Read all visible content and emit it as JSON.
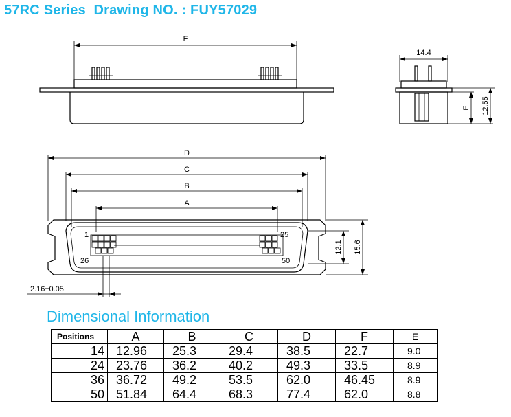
{
  "title": "57RC Series  Drawing NO. : FUY57029",
  "labels": {
    "top_F": "F",
    "side_width": "14.4",
    "side_E": "E",
    "side_height": "12.55",
    "D": "D",
    "C": "C",
    "B": "B",
    "A": "A",
    "pin1": "1",
    "pin25": "25",
    "pin26": "26",
    "pin50": "50",
    "height_inner": "12.1",
    "height_outer": "15.6",
    "pitch": "2.16±0.05"
  },
  "dim_heading": "Dimensional Information",
  "table": {
    "headers": [
      "Positions",
      "A",
      "B",
      "C",
      "D",
      "F",
      "E"
    ],
    "rows": [
      [
        "14",
        "12.96",
        "25.3",
        "29.4",
        "38.5",
        "22.7",
        "9.0"
      ],
      [
        "24",
        "23.76",
        "36.2",
        "40.2",
        "49.3",
        "33.5",
        "8.9"
      ],
      [
        "36",
        "36.72",
        "49.2",
        "53.5",
        "62.0",
        "46.45",
        "8.9"
      ],
      [
        "50",
        "51.84",
        "64.4",
        "68.3",
        "77.4",
        "62.0",
        "8.8"
      ]
    ]
  },
  "colors": {
    "heading": "#1fb6e8",
    "line": "#000000"
  }
}
